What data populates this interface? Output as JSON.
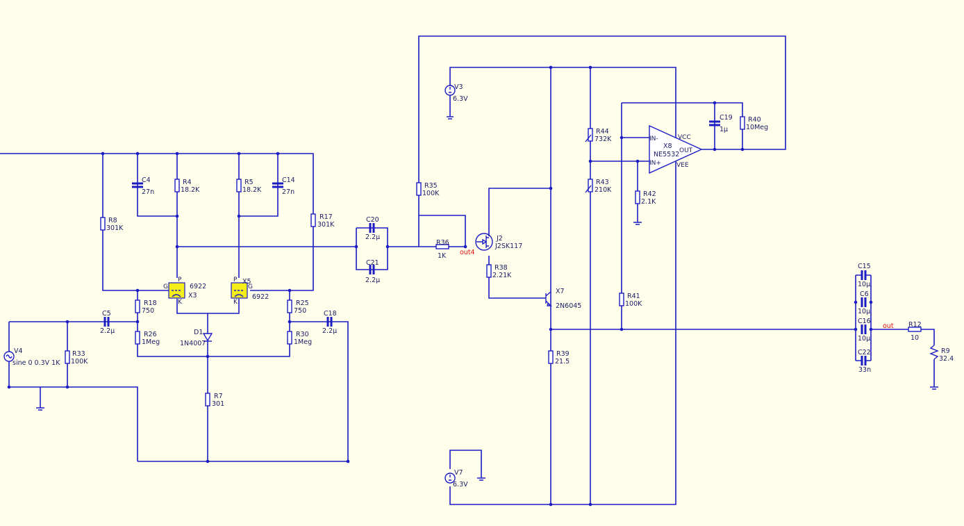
{
  "components": {
    "R8": {
      "ref": "R8",
      "value": "301K"
    },
    "C4": {
      "ref": "C4",
      "value": "27n"
    },
    "R4": {
      "ref": "R4",
      "value": "18.2K"
    },
    "R5": {
      "ref": "R5",
      "value": "18.2K"
    },
    "C14": {
      "ref": "C14",
      "value": "27n"
    },
    "R17": {
      "ref": "R17",
      "value": "301K"
    },
    "X3": {
      "ref": "X3",
      "value": "6922",
      "pin_g": "G",
      "pin_p": "P",
      "pin_k": "K"
    },
    "X5": {
      "ref": "X5",
      "value": "6922",
      "pin_g": "G",
      "pin_p": "P",
      "pin_k": "K"
    },
    "R18": {
      "ref": "R18",
      "value": "750"
    },
    "R25": {
      "ref": "R25",
      "value": "750"
    },
    "C5": {
      "ref": "C5",
      "value": "2.2µ"
    },
    "C18": {
      "ref": "C18",
      "value": "2.2µ"
    },
    "R26": {
      "ref": "R26",
      "value": "1Meg"
    },
    "R30": {
      "ref": "R30",
      "value": "1Meg"
    },
    "D1": {
      "ref": "D1",
      "value": "1N4007"
    },
    "R7": {
      "ref": "R7",
      "value": "301"
    },
    "R33": {
      "ref": "R33",
      "value": "100K"
    },
    "V4": {
      "ref": "V4",
      "value": "sine 0 0.3V 1K"
    },
    "C20": {
      "ref": "C20",
      "value": "2.2µ"
    },
    "C21": {
      "ref": "C21",
      "value": "2.2µ"
    },
    "R36": {
      "ref": "R36",
      "value": "1K"
    },
    "R35": {
      "ref": "R35",
      "value": "100K"
    },
    "V3": {
      "ref": "V3",
      "value": "6.3V"
    },
    "J2": {
      "ref": "J2",
      "value": "J2SK117"
    },
    "R38": {
      "ref": "R38",
      "value": "2.21K"
    },
    "X7": {
      "ref": "X7",
      "value": "2N6045"
    },
    "R39": {
      "ref": "R39",
      "value": "21.5"
    },
    "V7": {
      "ref": "V7",
      "value": "6.3V"
    },
    "R44": {
      "ref": "R44",
      "value": "732K"
    },
    "R43": {
      "ref": "R43",
      "value": "210K"
    },
    "R42": {
      "ref": "R42",
      "value": "2.1K"
    },
    "R41": {
      "ref": "R41",
      "value": "100K"
    },
    "X8": {
      "ref": "X8",
      "value": "NE5532",
      "pin_inm": "IN-",
      "pin_inp": "IN+",
      "pin_vcc": "VCC",
      "pin_vee": "VEE",
      "pin_out": "OUT"
    },
    "C19": {
      "ref": "C19",
      "value": "1µ"
    },
    "R40": {
      "ref": "R40",
      "value": "10Meg"
    },
    "C15": {
      "ref": "C15",
      "value": "10µ"
    },
    "C6": {
      "ref": "C6",
      "value": "10µ"
    },
    "C16": {
      "ref": "C16",
      "value": "10µ"
    },
    "C22": {
      "ref": "C22",
      "value": "33n"
    },
    "R12": {
      "ref": "R12",
      "value": "10"
    },
    "R9": {
      "ref": "R9",
      "value": "32.4"
    }
  },
  "nets": {
    "out4": "out4",
    "out": "out"
  },
  "colors": {
    "wire": "#1c1cc4",
    "background": "#fffeea",
    "net_label": "#e01010",
    "tube_fill": "#f3ee1a"
  }
}
